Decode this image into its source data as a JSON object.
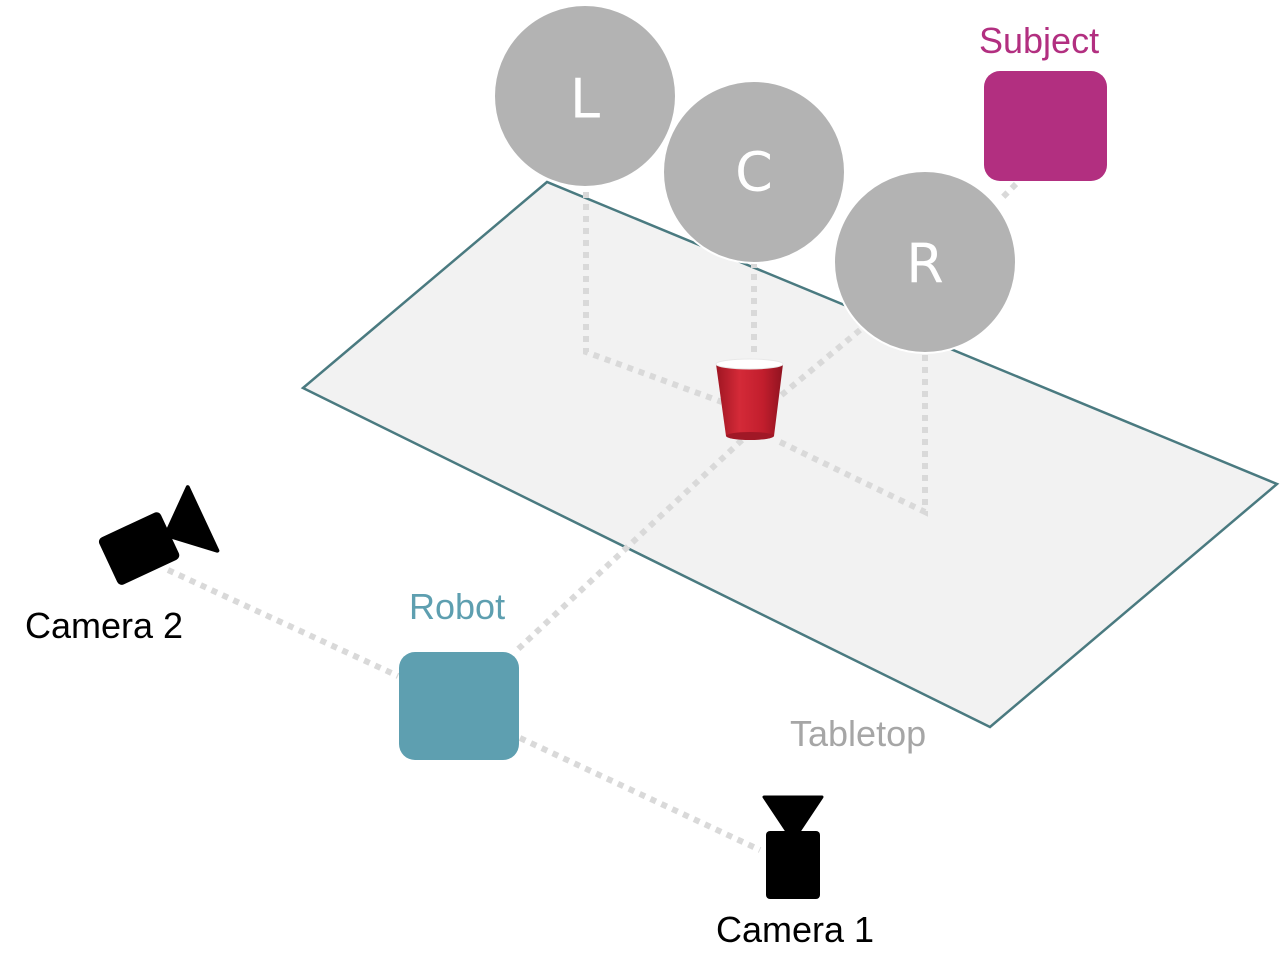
{
  "diagram": {
    "tabletop": {
      "label": "Tabletop",
      "fill": "#f2f2f2",
      "edge_color": "#4a7a80"
    },
    "positions": [
      {
        "id": "L",
        "label": "L"
      },
      {
        "id": "C",
        "label": "C"
      },
      {
        "id": "R",
        "label": "R"
      }
    ],
    "position_color": "#b3b3b3",
    "subject": {
      "label": "Subject",
      "color": "#b22f80"
    },
    "robot": {
      "label": "Robot",
      "color": "#5e9fb0"
    },
    "cameras": [
      {
        "id": "camera1",
        "label": "Camera 1"
      },
      {
        "id": "camera2",
        "label": "Camera 2"
      }
    ],
    "object": {
      "name": "red cup",
      "color": "#c8202f"
    },
    "connector_color": "#d9d9d9",
    "label_colors": {
      "tabletop": "#a6a6a6",
      "camera": "#000000"
    }
  }
}
